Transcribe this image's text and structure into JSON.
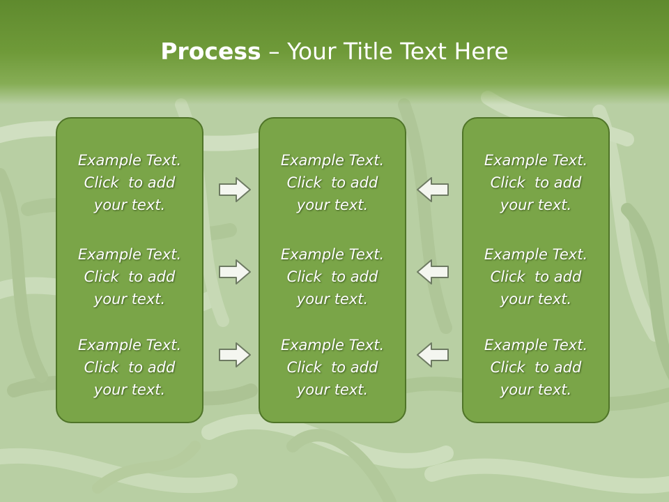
{
  "title": {
    "bold": "Process",
    "rest": " – Your Title Text Here"
  },
  "panels": [
    {
      "blocks": [
        {
          "lines": [
            "Example Text.",
            "Click  to add",
            "your text."
          ]
        },
        {
          "lines": [
            "Example Text.",
            "Click  to add",
            "your text."
          ]
        },
        {
          "lines": [
            "Example Text.",
            "Click  to add",
            "your text."
          ]
        }
      ]
    },
    {
      "blocks": [
        {
          "lines": [
            "Example Text.",
            "Click  to add",
            "your text."
          ]
        },
        {
          "lines": [
            "Example Text.",
            "Click  to add",
            "your text."
          ]
        },
        {
          "lines": [
            "Example Text.",
            "Click  to add",
            "your text."
          ]
        }
      ]
    },
    {
      "blocks": [
        {
          "lines": [
            "Example Text.",
            "Click  to add",
            "your text."
          ]
        },
        {
          "lines": [
            "Example Text.",
            "Click  to add",
            "your text."
          ]
        },
        {
          "lines": [
            "Example Text.",
            "Click  to add",
            "your text."
          ]
        }
      ]
    }
  ],
  "arrows": {
    "left_column": [
      "arrow-right-icon",
      "arrow-right-icon",
      "arrow-right-icon"
    ],
    "right_column": [
      "arrow-left-icon",
      "arrow-left-icon",
      "arrow-left-icon"
    ]
  },
  "colors": {
    "header": "#6f9a39",
    "panel_fill": "#7aa548",
    "panel_border": "#4f7428",
    "text": "#ffffff"
  }
}
